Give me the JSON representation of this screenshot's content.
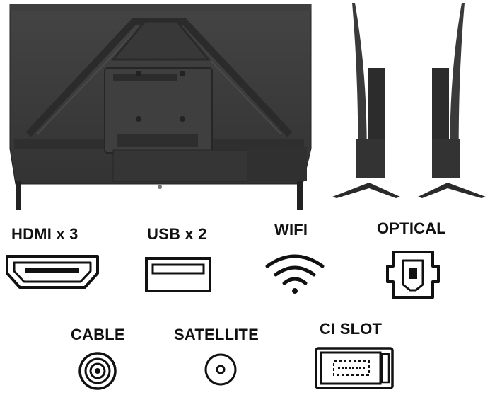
{
  "ports": {
    "hdmi": {
      "label": "HDMI x 3",
      "icon": "hdmi-port-icon"
    },
    "usb": {
      "label": "USB x 2",
      "icon": "usb-port-icon"
    },
    "wifi": {
      "label": "WIFI",
      "icon": "wifi-icon"
    },
    "optical": {
      "label": "OPTICAL",
      "icon": "optical-port-icon"
    },
    "cable": {
      "label": "CABLE",
      "icon": "coax-cable-icon"
    },
    "satellite": {
      "label": "SATELLITE",
      "icon": "satellite-port-icon"
    },
    "ci_slot": {
      "label": "CI SLOT",
      "icon": "ci-slot-icon"
    }
  },
  "colors": {
    "tv_body": "#3a3a3a",
    "tv_dark": "#2a2a2a",
    "icon_stroke": "#111111"
  }
}
